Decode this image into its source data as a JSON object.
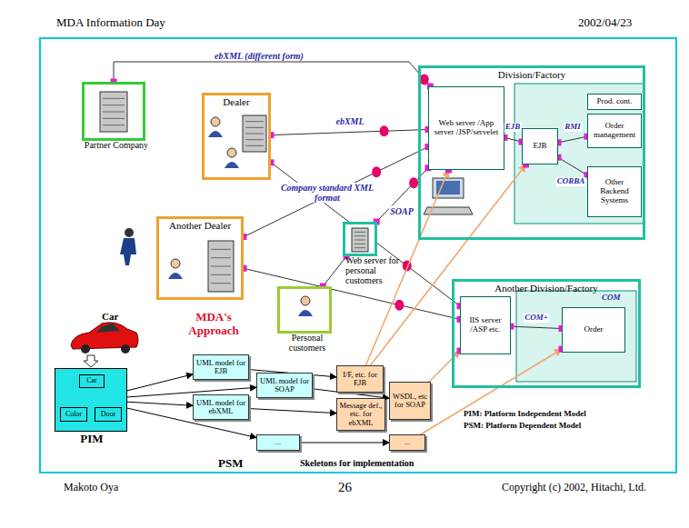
{
  "diagram": {
    "nodes": [
      {
        "text": [
          "Partner Company"
        ]
      },
      {
        "text": [
          "Dealer"
        ]
      },
      {
        "text": [
          "Another Dealer"
        ]
      },
      {
        "text": [
          "Web server for personal customers"
        ]
      },
      {
        "text": [
          "Personal customers"
        ]
      },
      {
        "text": [
          "Division/Factory"
        ]
      },
      {
        "text": [
          "Web server /App server /JSP/servelet"
        ],
        "in": 5
      },
      {
        "text": [
          "EJB"
        ],
        "in": 5
      },
      {
        "text": [
          "Prod. cont."
        ],
        "in": 5
      },
      {
        "text": [
          "Order management"
        ],
        "in": 5
      },
      {
        "text": [
          "Other Backend Systems"
        ],
        "in": 5
      },
      {
        "text": [
          "Another Division/Factory"
        ]
      },
      {
        "text": [
          "IIS server /ASP etc."
        ],
        "in": 11
      },
      {
        "text": [
          "Order"
        ],
        "in": 11
      },
      {
        "text": [
          "PIM"
        ]
      },
      {
        "text": [
          "Car"
        ],
        "in": 14
      },
      {
        "text": [
          "Color"
        ],
        "in": 14
      },
      {
        "text": [
          "Door"
        ],
        "in": 14
      },
      {
        "text": [
          "UML model for EJB"
        ]
      },
      {
        "text": [
          "UML model for SOAP"
        ]
      },
      {
        "text": [
          "UML model for ebXML"
        ]
      },
      {
        "text": [
          "..."
        ]
      },
      {
        "text": [
          "I/F, etc. for EJB"
        ]
      },
      {
        "text": [
          "WSDL, etc for SOAP"
        ]
      },
      {
        "text": [
          "Message def., etc. for ebXML"
        ]
      },
      {
        "text": [
          "..."
        ]
      }
    ],
    "edges": [
      {
        "from": 0,
        "to": 6,
        "label": "ebXML (different form)",
        "arrow": "none"
      },
      {
        "from": 1,
        "to": 6,
        "label": "ebXML",
        "arrow": "none"
      },
      {
        "from": 2,
        "to": 6,
        "label": "Company standard XML format",
        "arrow": "none"
      },
      {
        "from": 3,
        "to": 6,
        "label": "SOAP",
        "arrow": "none"
      },
      {
        "from": 1,
        "to": 12,
        "arrow": "none"
      },
      {
        "from": 2,
        "to": 12,
        "arrow": "none"
      },
      {
        "from": 6,
        "to": 7,
        "label": "EJB",
        "arrow": "none"
      },
      {
        "from": 7,
        "to": 9,
        "label": "RMI",
        "arrow": "none"
      },
      {
        "from": 7,
        "to": 10,
        "label": "CORBA",
        "arrow": "none"
      },
      {
        "from": 12,
        "to": 13,
        "label": "COM+",
        "arrow": "none"
      },
      {
        "from": 15,
        "to": 16,
        "arrow": "none"
      },
      {
        "from": 15,
        "to": 17,
        "arrow": "none"
      },
      {
        "from": 14,
        "to": 18,
        "arrow": "to"
      },
      {
        "from": 14,
        "to": 19,
        "arrow": "to"
      },
      {
        "from": 14,
        "to": 20,
        "arrow": "to"
      },
      {
        "from": 14,
        "to": 21,
        "arrow": "to"
      },
      {
        "from": 18,
        "to": 22,
        "arrow": "to"
      },
      {
        "from": 19,
        "to": 23,
        "arrow": "to"
      },
      {
        "from": 20,
        "to": 24,
        "arrow": "to"
      },
      {
        "from": 21,
        "to": 25,
        "arrow": "to"
      },
      {
        "from": 22,
        "to": 6,
        "arrow": "to"
      },
      {
        "from": 22,
        "to": 7,
        "arrow": "to"
      },
      {
        "from": 23,
        "to": 12,
        "arrow": "to"
      },
      {
        "from": 25,
        "to": 13,
        "arrow": "to"
      },
      {
        "from": 4,
        "to": 3,
        "arrow": "none"
      }
    ],
    "labels": [
      "MDA Information Day",
      "2002/04/23",
      "Car",
      "MDA's Approach",
      "PSM",
      "Skeletons for implementation",
      "PIM: Platform Independent Model",
      "PSM: Platform Dependent Model",
      "COM",
      "Makoto Oya",
      "26",
      "Copyright (c) 2002, Hitachi, Ltd."
    ]
  }
}
